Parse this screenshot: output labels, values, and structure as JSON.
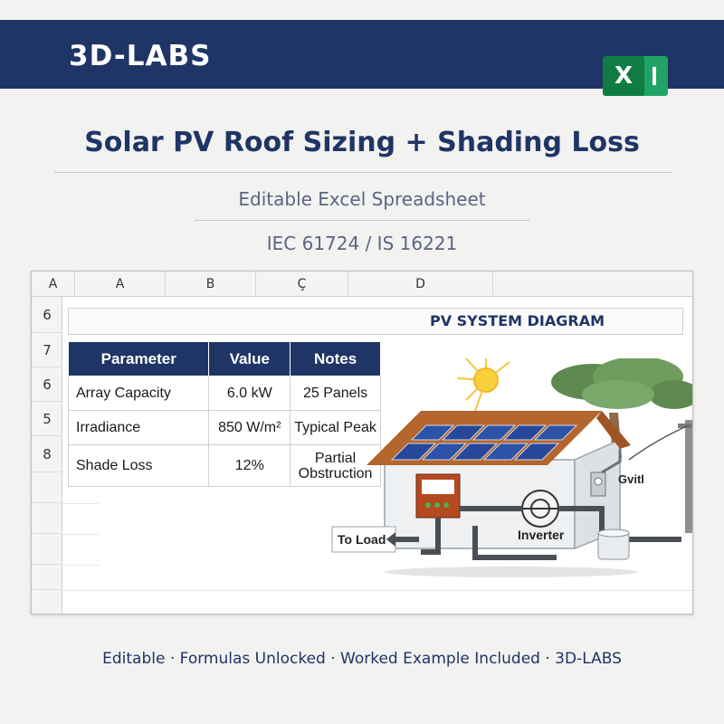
{
  "header": {
    "brand": "3D-LABS",
    "app_icon": "excel-icon",
    "app_icon_letter": "X"
  },
  "title": "Solar PV Roof Sizing + Shading Loss",
  "subtitle": "Editable Excel Spreadsheet",
  "standards": "IEC 61724 / IS 16221",
  "sheet": {
    "corner": "A",
    "columns": [
      "A",
      "B",
      "Ç",
      "D"
    ],
    "rows": [
      "6",
      "7",
      "6",
      "5",
      "8"
    ],
    "diagram_title": "PV SYSTEM DIAGRAM",
    "table": {
      "headers": [
        "Parameter",
        "Value",
        "Notes"
      ],
      "rows": [
        {
          "parameter": "Array Capacity",
          "value": "6.0 kW",
          "notes": "25 Panels"
        },
        {
          "parameter": "Irradiance",
          "value": "850 W/m²",
          "notes": "Typical Peak"
        },
        {
          "parameter": "Shade Loss",
          "value": "12%",
          "notes_line1": "Partial",
          "notes_line2": "Obstruction"
        }
      ]
    },
    "diagram": {
      "load_label": "To Load",
      "inverter_label": "Inverter",
      "grid_label": "Gvitl"
    }
  },
  "footer": "Editable · Formulas Unlocked · Worked Example Included · 3D-LABS",
  "colors": {
    "navy": "#1f3566",
    "excel_green": "#107c41",
    "background": "#f2f2f1",
    "roof": "#b5652e",
    "panel": "#2a4f9a"
  }
}
